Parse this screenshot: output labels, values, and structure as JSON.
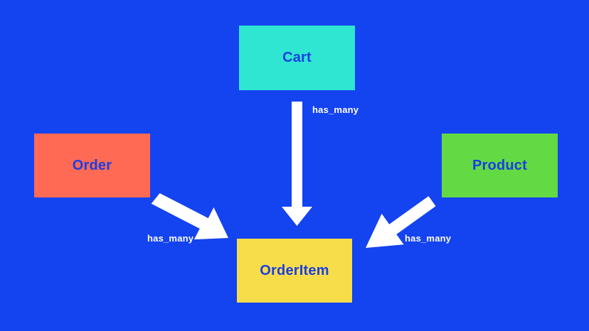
{
  "colors": {
    "background": "#1443F0",
    "text": "#1A3FE0",
    "arrow": "#FFFFFF",
    "cart": "#2EE6D2",
    "order": "#FF6A55",
    "product": "#63D944",
    "orderitem": "#F8DD4A"
  },
  "nodes": {
    "cart": {
      "label": "Cart"
    },
    "order": {
      "label": "Order"
    },
    "product": {
      "label": "Product"
    },
    "orderitem": {
      "label": "OrderItem"
    }
  },
  "edges": [
    {
      "from": "Cart",
      "to": "OrderItem",
      "label": "has_many"
    },
    {
      "from": "Order",
      "to": "OrderItem",
      "label": "has_many"
    },
    {
      "from": "Product",
      "to": "OrderItem",
      "label": "has_many"
    }
  ]
}
